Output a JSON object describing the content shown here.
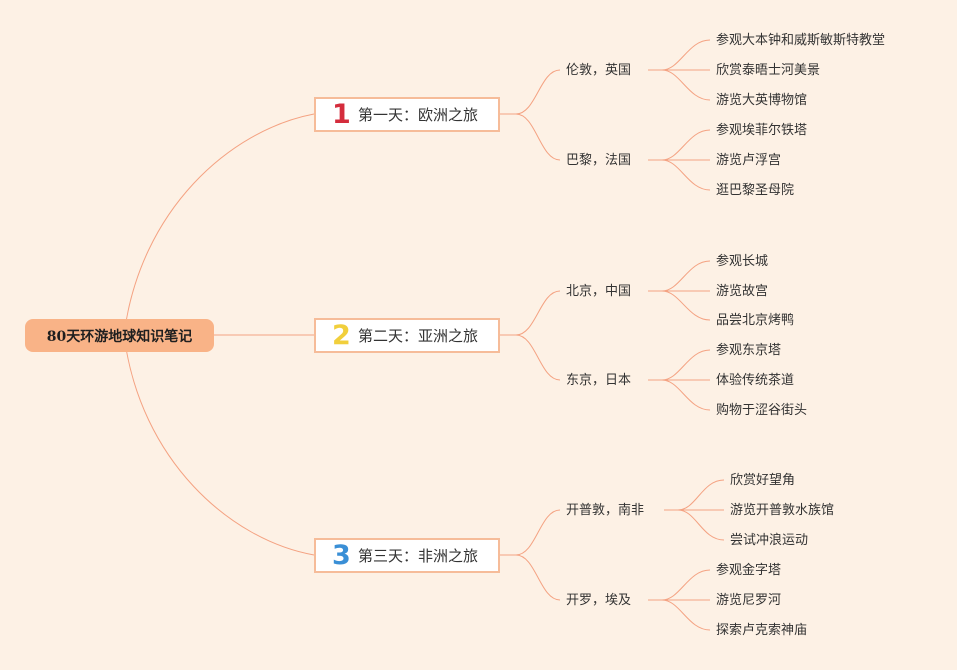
{
  "root": "80天环游地球知识笔记",
  "colors": {
    "line": "#f4a282",
    "root_fill": "#f9b387",
    "node_border": "#f6bc99",
    "background": "#fdf1e5"
  },
  "days": [
    {
      "num": "1",
      "num_color": "#d42c3c",
      "label": "第一天：欧洲之旅",
      "cities": [
        {
          "name": "伦敦，英国",
          "activities": [
            "参观大本钟和威斯敏斯特教堂",
            "欣赏泰晤士河美景",
            "游览大英博物馆"
          ]
        },
        {
          "name": "巴黎，法国",
          "activities": [
            "参观埃菲尔铁塔",
            "游览卢浮宫",
            "逛巴黎圣母院"
          ]
        }
      ]
    },
    {
      "num": "2",
      "num_color": "#f1cf3c",
      "label": "第二天：亚洲之旅",
      "cities": [
        {
          "name": "北京，中国",
          "activities": [
            "参观长城",
            "游览故宫",
            "品尝北京烤鸭"
          ]
        },
        {
          "name": "东京，日本",
          "activities": [
            "参观东京塔",
            "体验传统茶道",
            "购物于涩谷街头"
          ]
        }
      ]
    },
    {
      "num": "3",
      "num_color": "#3a8fd6",
      "label": "第三天：非洲之旅",
      "cities": [
        {
          "name": "开普敦，南非",
          "activities": [
            "欣赏好望角",
            "游览开普敦水族馆",
            "尝试冲浪运动"
          ]
        },
        {
          "name": "开罗，埃及",
          "activities": [
            "参观金字塔",
            "游览尼罗河",
            "探索卢克索神庙"
          ]
        }
      ]
    }
  ]
}
